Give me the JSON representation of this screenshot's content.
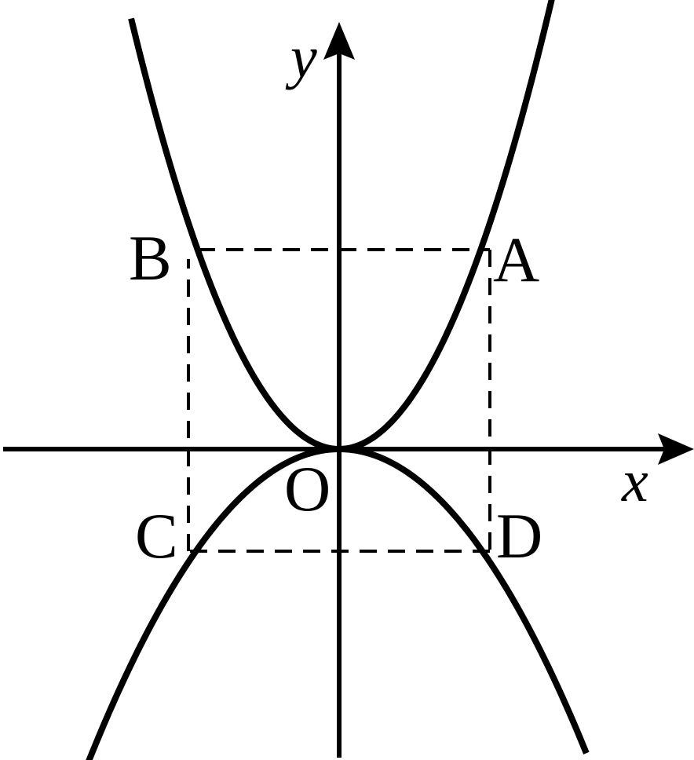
{
  "labels": {
    "x_axis": "x",
    "y_axis": "y",
    "origin": "O",
    "point_a": "A",
    "point_b": "B",
    "point_c": "C",
    "point_d": "D"
  },
  "curves": {
    "upper_parabola_coefficient": 1,
    "lower_parabola_coefficient": -0.5
  },
  "rectangle_half_width": 1.5
}
